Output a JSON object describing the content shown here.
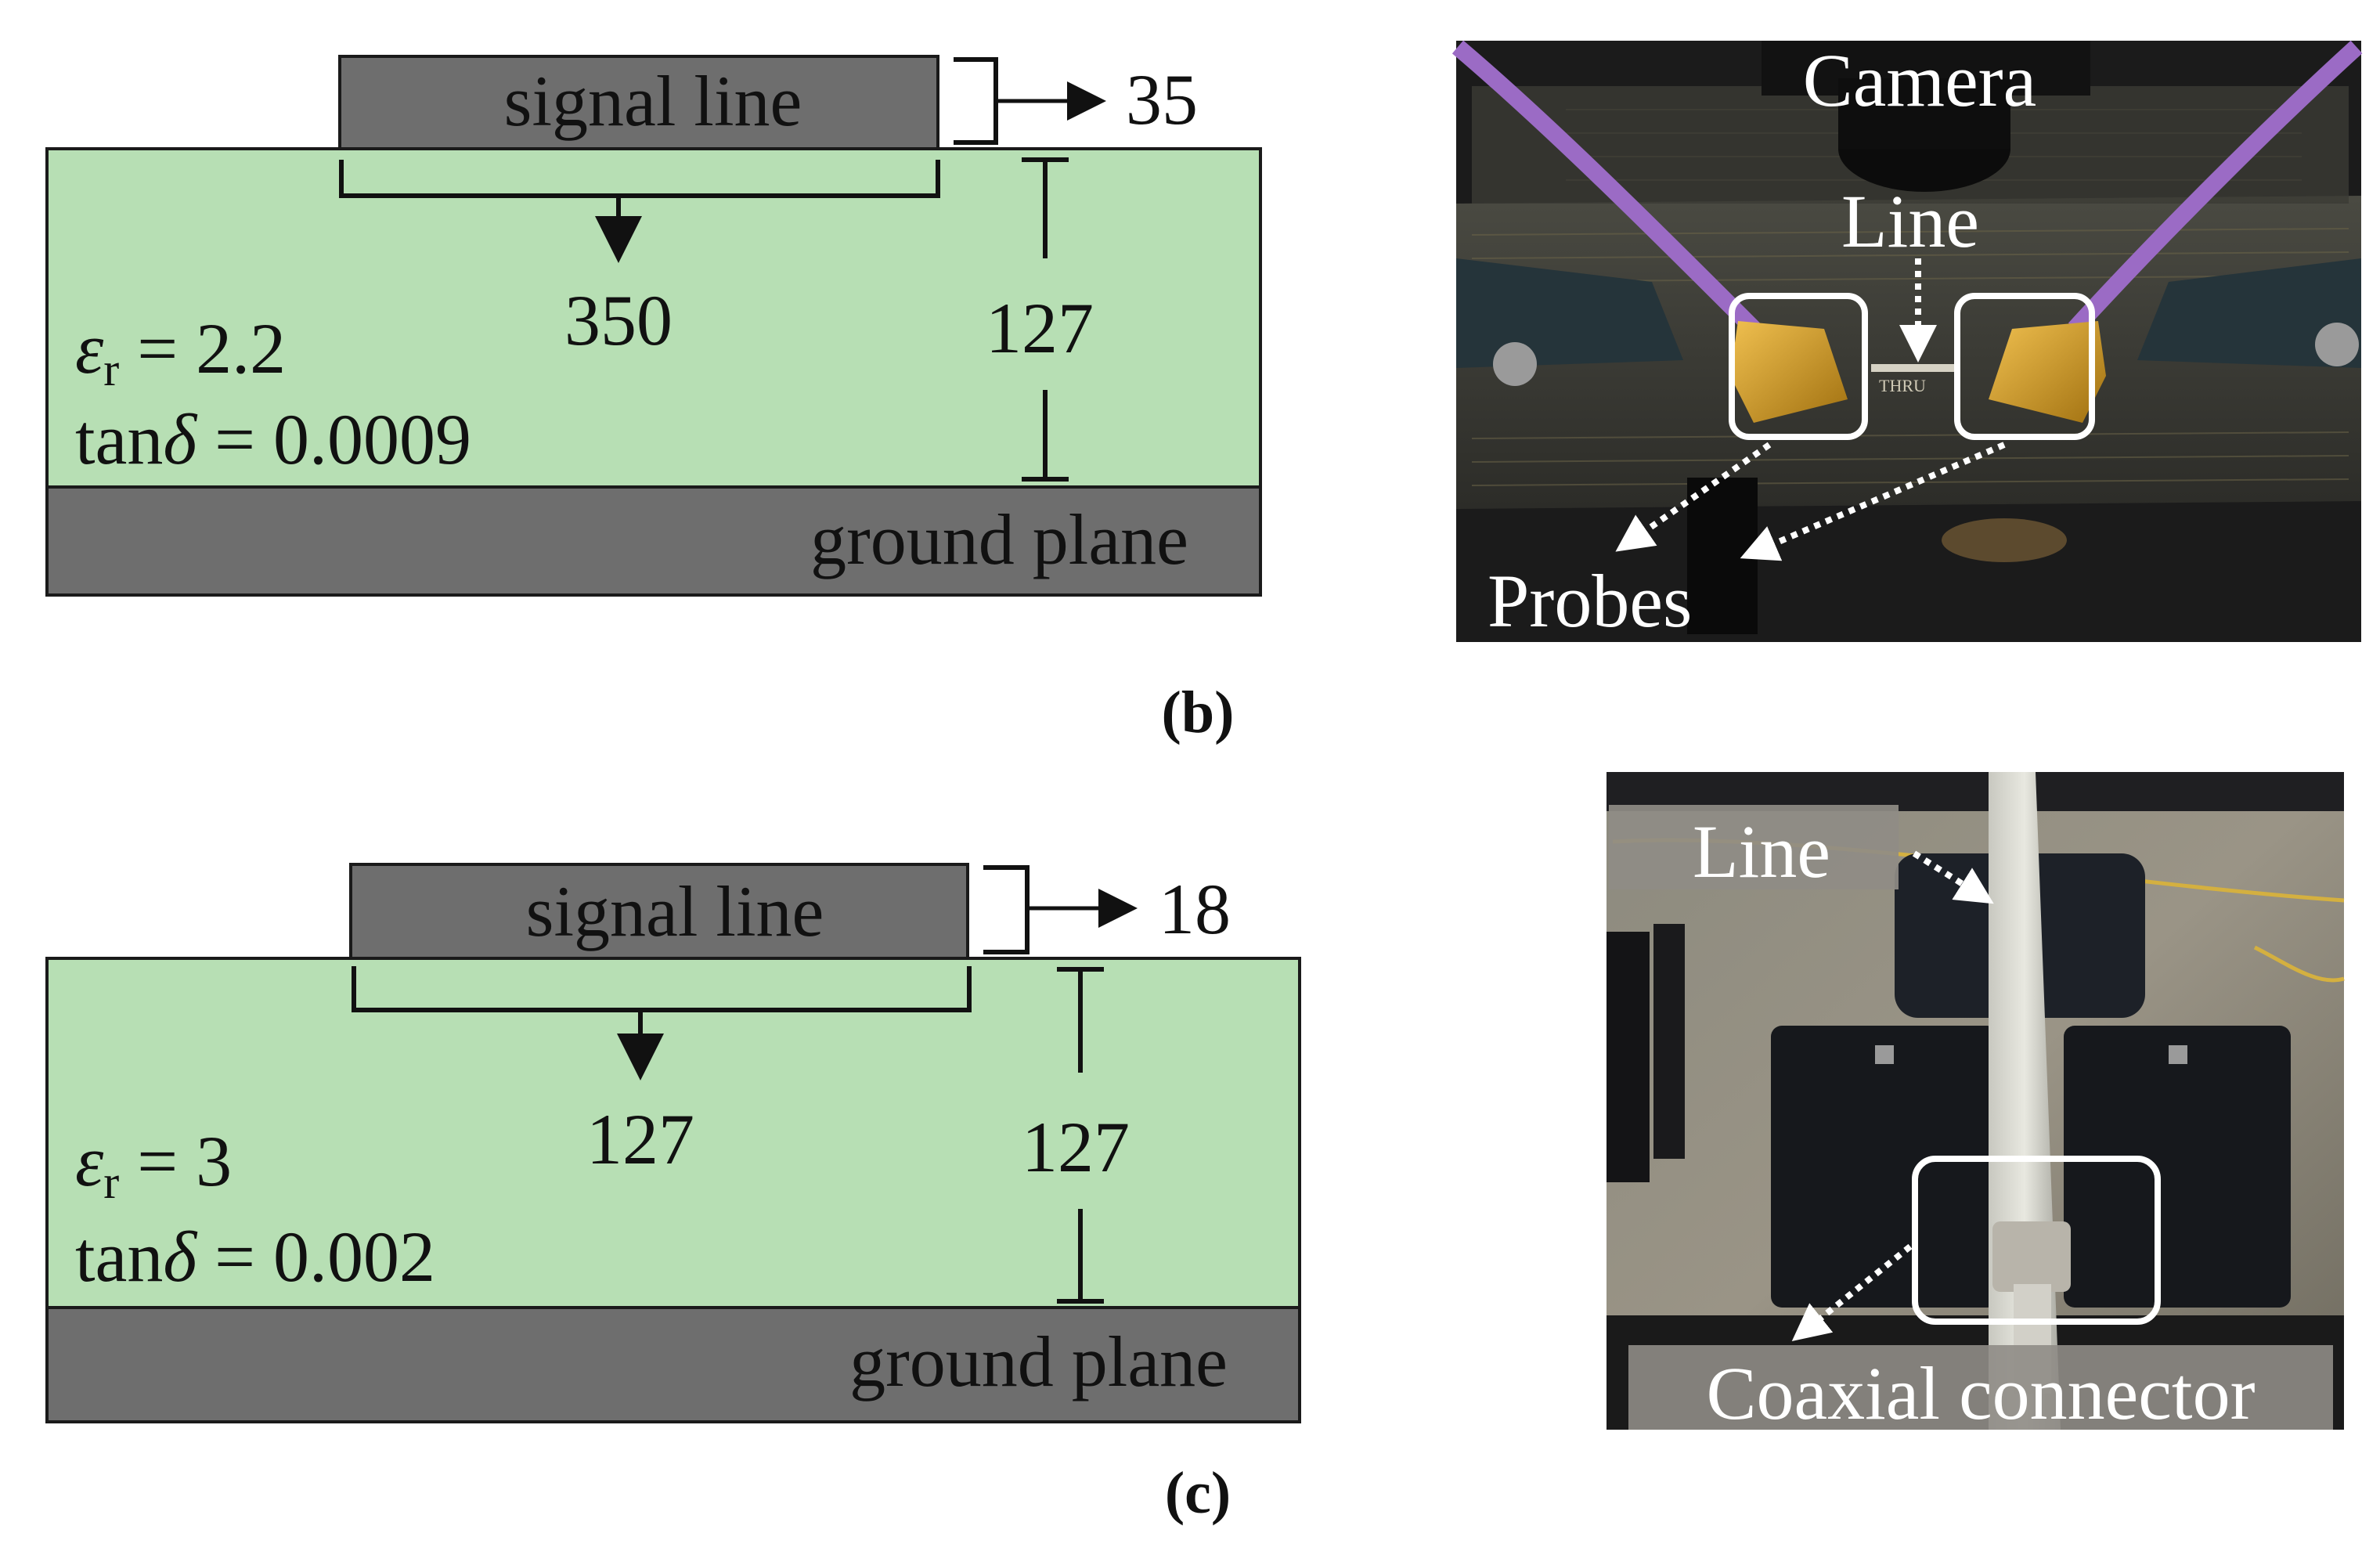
{
  "diagram_b": {
    "signal_label": "signal line",
    "ground_label": "ground plane",
    "thickness": "35",
    "width": "350",
    "height": "127",
    "eps_symbol": "ε",
    "eps_sub": "r",
    "eps_value": " = 2.2",
    "tan_prefix": "tan",
    "tan_symbol": "δ",
    "tan_value": " = 0.0009",
    "caption": "(b)"
  },
  "diagram_c": {
    "signal_label": "signal line",
    "ground_label": "ground plane",
    "thickness": "18",
    "width": "127",
    "height": "127",
    "eps_symbol": "ε",
    "eps_sub": "r",
    "eps_value": " = 3",
    "tan_prefix": "tan",
    "tan_symbol": "δ",
    "tan_value": " = 0.002",
    "caption": "(c)"
  },
  "photo_b": {
    "camera_label": "Camera",
    "line_label": "Line",
    "probes_label": "Probes",
    "board_text": "THRU"
  },
  "photo_c": {
    "line_label": "Line",
    "connector_label": "Coaxial connector"
  },
  "colors": {
    "substrate": "#b7dfb4",
    "metal": "#6e6e6e",
    "outline": "#1a1a1a"
  }
}
